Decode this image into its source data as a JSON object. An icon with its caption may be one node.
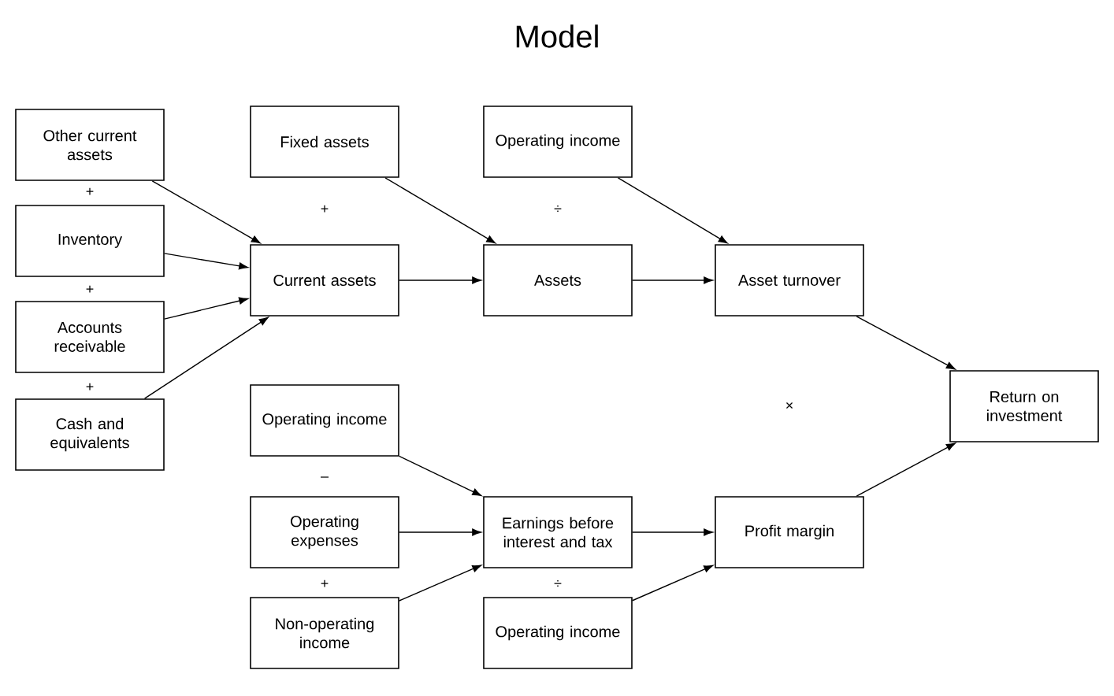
{
  "diagram": {
    "title": "Model",
    "nodes": [
      {
        "text": [
          "Other current assets"
        ]
      },
      {
        "text": [
          "Inventory"
        ]
      },
      {
        "text": [
          "Accounts receivable"
        ]
      },
      {
        "text": [
          "Cash and equivalents"
        ]
      },
      {
        "text": [
          "Fixed assets"
        ]
      },
      {
        "text": [
          "Current assets"
        ]
      },
      {
        "text": [
          "Operating income"
        ]
      },
      {
        "text": [
          "Assets"
        ]
      },
      {
        "text": [
          "Asset turnover"
        ]
      },
      {
        "text": [
          "Return on investment"
        ]
      },
      {
        "text": [
          "Operating income"
        ]
      },
      {
        "text": [
          "Operating expenses"
        ]
      },
      {
        "text": [
          "Non-operating income"
        ]
      },
      {
        "text": [
          "Earnings before interest and tax"
        ]
      },
      {
        "text": [
          "Profit margin"
        ]
      },
      {
        "text": [
          "Operating income"
        ]
      }
    ],
    "edges": [
      {
        "from": 0,
        "to": 5,
        "arrow": "to"
      },
      {
        "from": 1,
        "to": 5,
        "arrow": "to"
      },
      {
        "from": 2,
        "to": 5,
        "arrow": "to"
      },
      {
        "from": 3,
        "to": 5,
        "arrow": "to"
      },
      {
        "from": 4,
        "to": 7,
        "arrow": "to"
      },
      {
        "from": 5,
        "to": 7,
        "arrow": "to"
      },
      {
        "from": 6,
        "to": 8,
        "arrow": "to"
      },
      {
        "from": 7,
        "to": 8,
        "arrow": "to"
      },
      {
        "from": 8,
        "to": 9,
        "arrow": "to"
      },
      {
        "from": 10,
        "to": 13,
        "arrow": "to"
      },
      {
        "from": 11,
        "to": 13,
        "arrow": "to"
      },
      {
        "from": 12,
        "to": 13,
        "arrow": "to"
      },
      {
        "from": 13,
        "to": 14,
        "arrow": "to"
      },
      {
        "from": 15,
        "to": 14,
        "arrow": "to"
      },
      {
        "from": 14,
        "to": 9,
        "arrow": "to"
      }
    ],
    "labels": [
      "+",
      "+",
      "+",
      "+",
      "÷",
      "×",
      "–",
      "+",
      "÷"
    ]
  }
}
